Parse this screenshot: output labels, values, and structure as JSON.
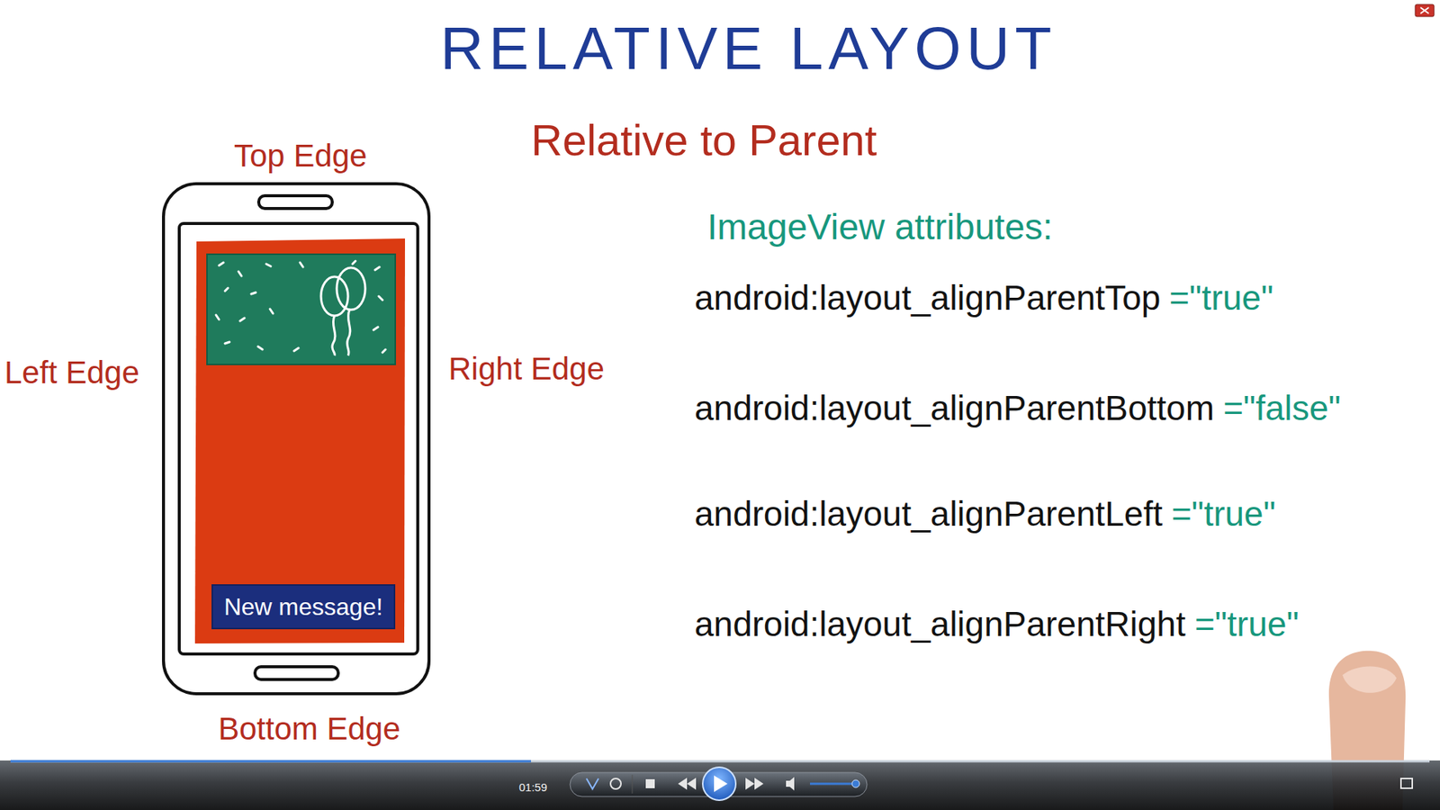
{
  "diagram": {
    "title": "RELATIVE LAYOUT",
    "nodes": [
      {
        "text": [
          "New message!"
        ]
      }
    ],
    "labels": [
      "Relative to Parent",
      "Top Edge",
      "ImageView attributes:",
      "Left Edge",
      "Right Edge",
      "android:layout_alignParentTop",
      "=\"true\"",
      "android:layout_alignParentBottom",
      "=\"false\"",
      "android:layout_alignParentLeft",
      "=\"true\"",
      "android:layout_alignParentRight",
      "=\"true\"",
      "Bottom Edge",
      "01:59"
    ]
  }
}
